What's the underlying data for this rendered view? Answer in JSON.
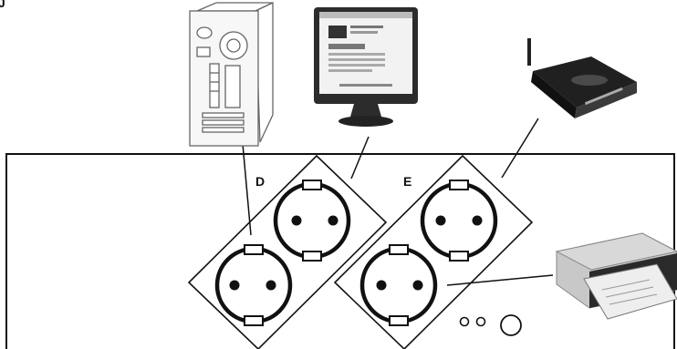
{
  "labels": {
    "strip_d": "D",
    "strip_e": "E",
    "corner_mark": "J"
  },
  "colors": {
    "outline": "#111111",
    "panel_bg": "#ffffff"
  },
  "devices": {
    "pc_tower": "pc-tower-icon",
    "monitor": "monitor-icon",
    "router": "wifi-router-icon",
    "printer": "inkjet-printer-icon"
  }
}
